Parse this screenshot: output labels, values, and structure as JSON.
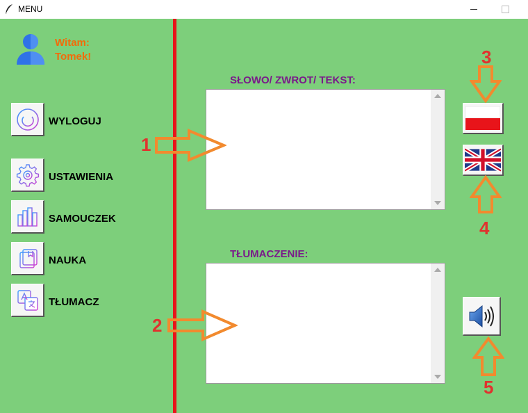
{
  "window": {
    "title": "MENU"
  },
  "user": {
    "greeting_line1": "Witam:",
    "greeting_line2": "Tomek!"
  },
  "nav": {
    "logout": "WYLOGUJ",
    "settings": "USTAWIENIA",
    "tutorial": "SAMOUCZEK",
    "learning": "NAUKA",
    "translator": "TŁUMACZ"
  },
  "input_panel": {
    "label": "SŁOWO/ ZWROT/ TEKST:",
    "value": ""
  },
  "output_panel": {
    "label": "TŁUMACZENIE:",
    "value": ""
  },
  "annotations": [
    "1",
    "2",
    "3",
    "4",
    "5"
  ],
  "colors": {
    "background": "#7dcf7b",
    "divider": "#e8141a",
    "label": "#7a1a8a",
    "greeting": "#f26b0a",
    "annotation_number": "#e0322e",
    "annotation_arrow": "#f28a2e"
  },
  "icons": {
    "window": "feather-icon",
    "user": "user-icon",
    "logout": "power-icon",
    "settings": "gear-icon",
    "tutorial": "books-icon",
    "learning": "book-icon",
    "translator": "translate-icon",
    "polish": "poland-flag-icon",
    "english": "uk-flag-icon",
    "speak": "speaker-icon"
  }
}
